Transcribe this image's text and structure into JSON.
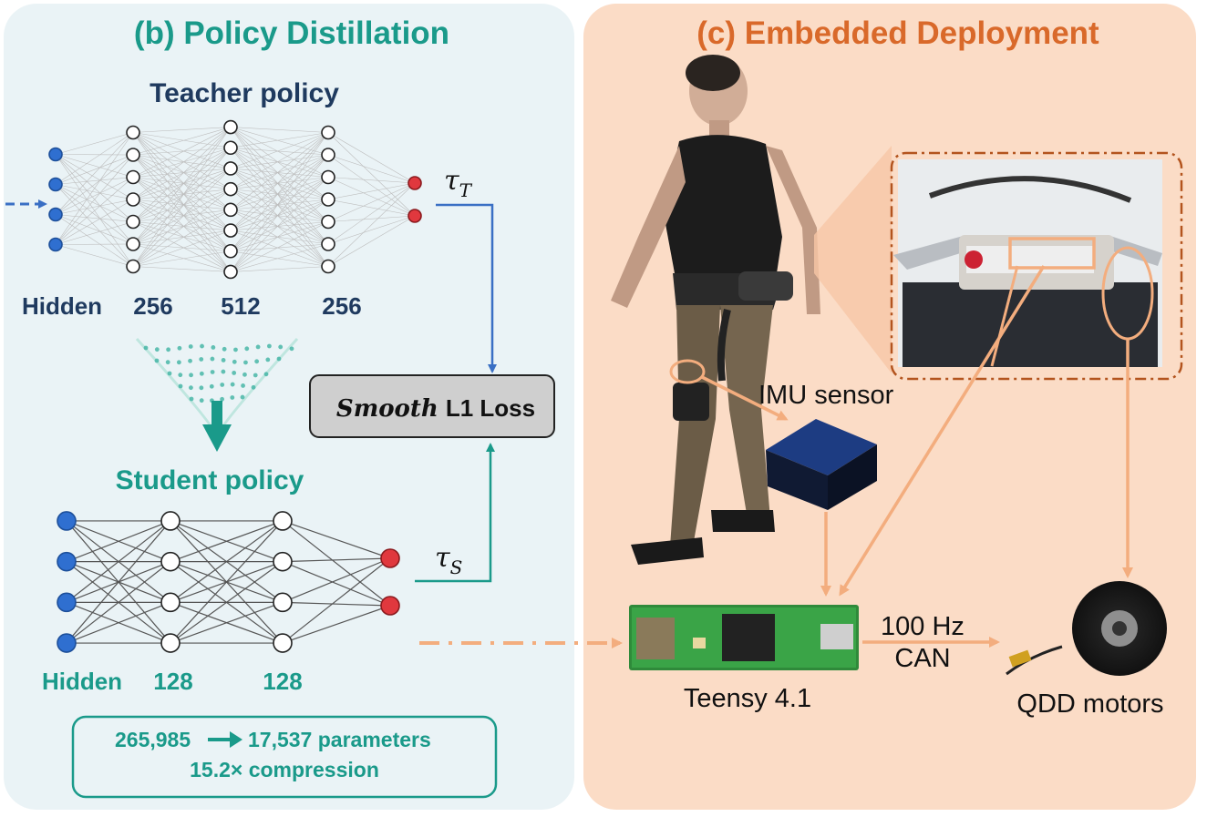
{
  "panel_b": {
    "title": "(b) Policy Distillation",
    "teacher": {
      "title": "Teacher policy",
      "layers": [
        {
          "label": "Hidden",
          "nodes": 4
        },
        {
          "label": "256",
          "nodes": 7
        },
        {
          "label": "512",
          "nodes": 8
        },
        {
          "label": "256",
          "nodes": 7
        },
        {
          "label": "",
          "nodes": 2
        }
      ],
      "output_label_base": "τ",
      "output_label_sub": "T"
    },
    "student": {
      "title": "Student policy",
      "layers": [
        {
          "label": "Hidden",
          "nodes": 4
        },
        {
          "label": "128",
          "nodes": 4
        },
        {
          "label": "128",
          "nodes": 4
        },
        {
          "label": "",
          "nodes": 2
        }
      ],
      "output_label_base": "τ",
      "output_label_sub": "S"
    },
    "loss": {
      "italic": "Smooth",
      "bold": "L1 Loss"
    },
    "summary": {
      "from": "265,985",
      "to": "17,537 parameters",
      "compression": "15.2× compression"
    }
  },
  "panel_c": {
    "title": "(c) Embedded Deployment",
    "imu_label": "IMU sensor",
    "mcu_label": "Teensy 4.1",
    "link_rate": "100 Hz",
    "link_bus": "CAN",
    "motor_label": "QDD motors"
  },
  "colors": {
    "panel_b_bg": "#eaf3f6",
    "panel_c_bg": "#fbdcc6",
    "teal": "#1a9a8a",
    "navy": "#1f3a5f",
    "blue": "#3a78c8",
    "red": "#e0383e",
    "orange_title": "#d9692a",
    "orange_line": "#f3ad7e"
  }
}
